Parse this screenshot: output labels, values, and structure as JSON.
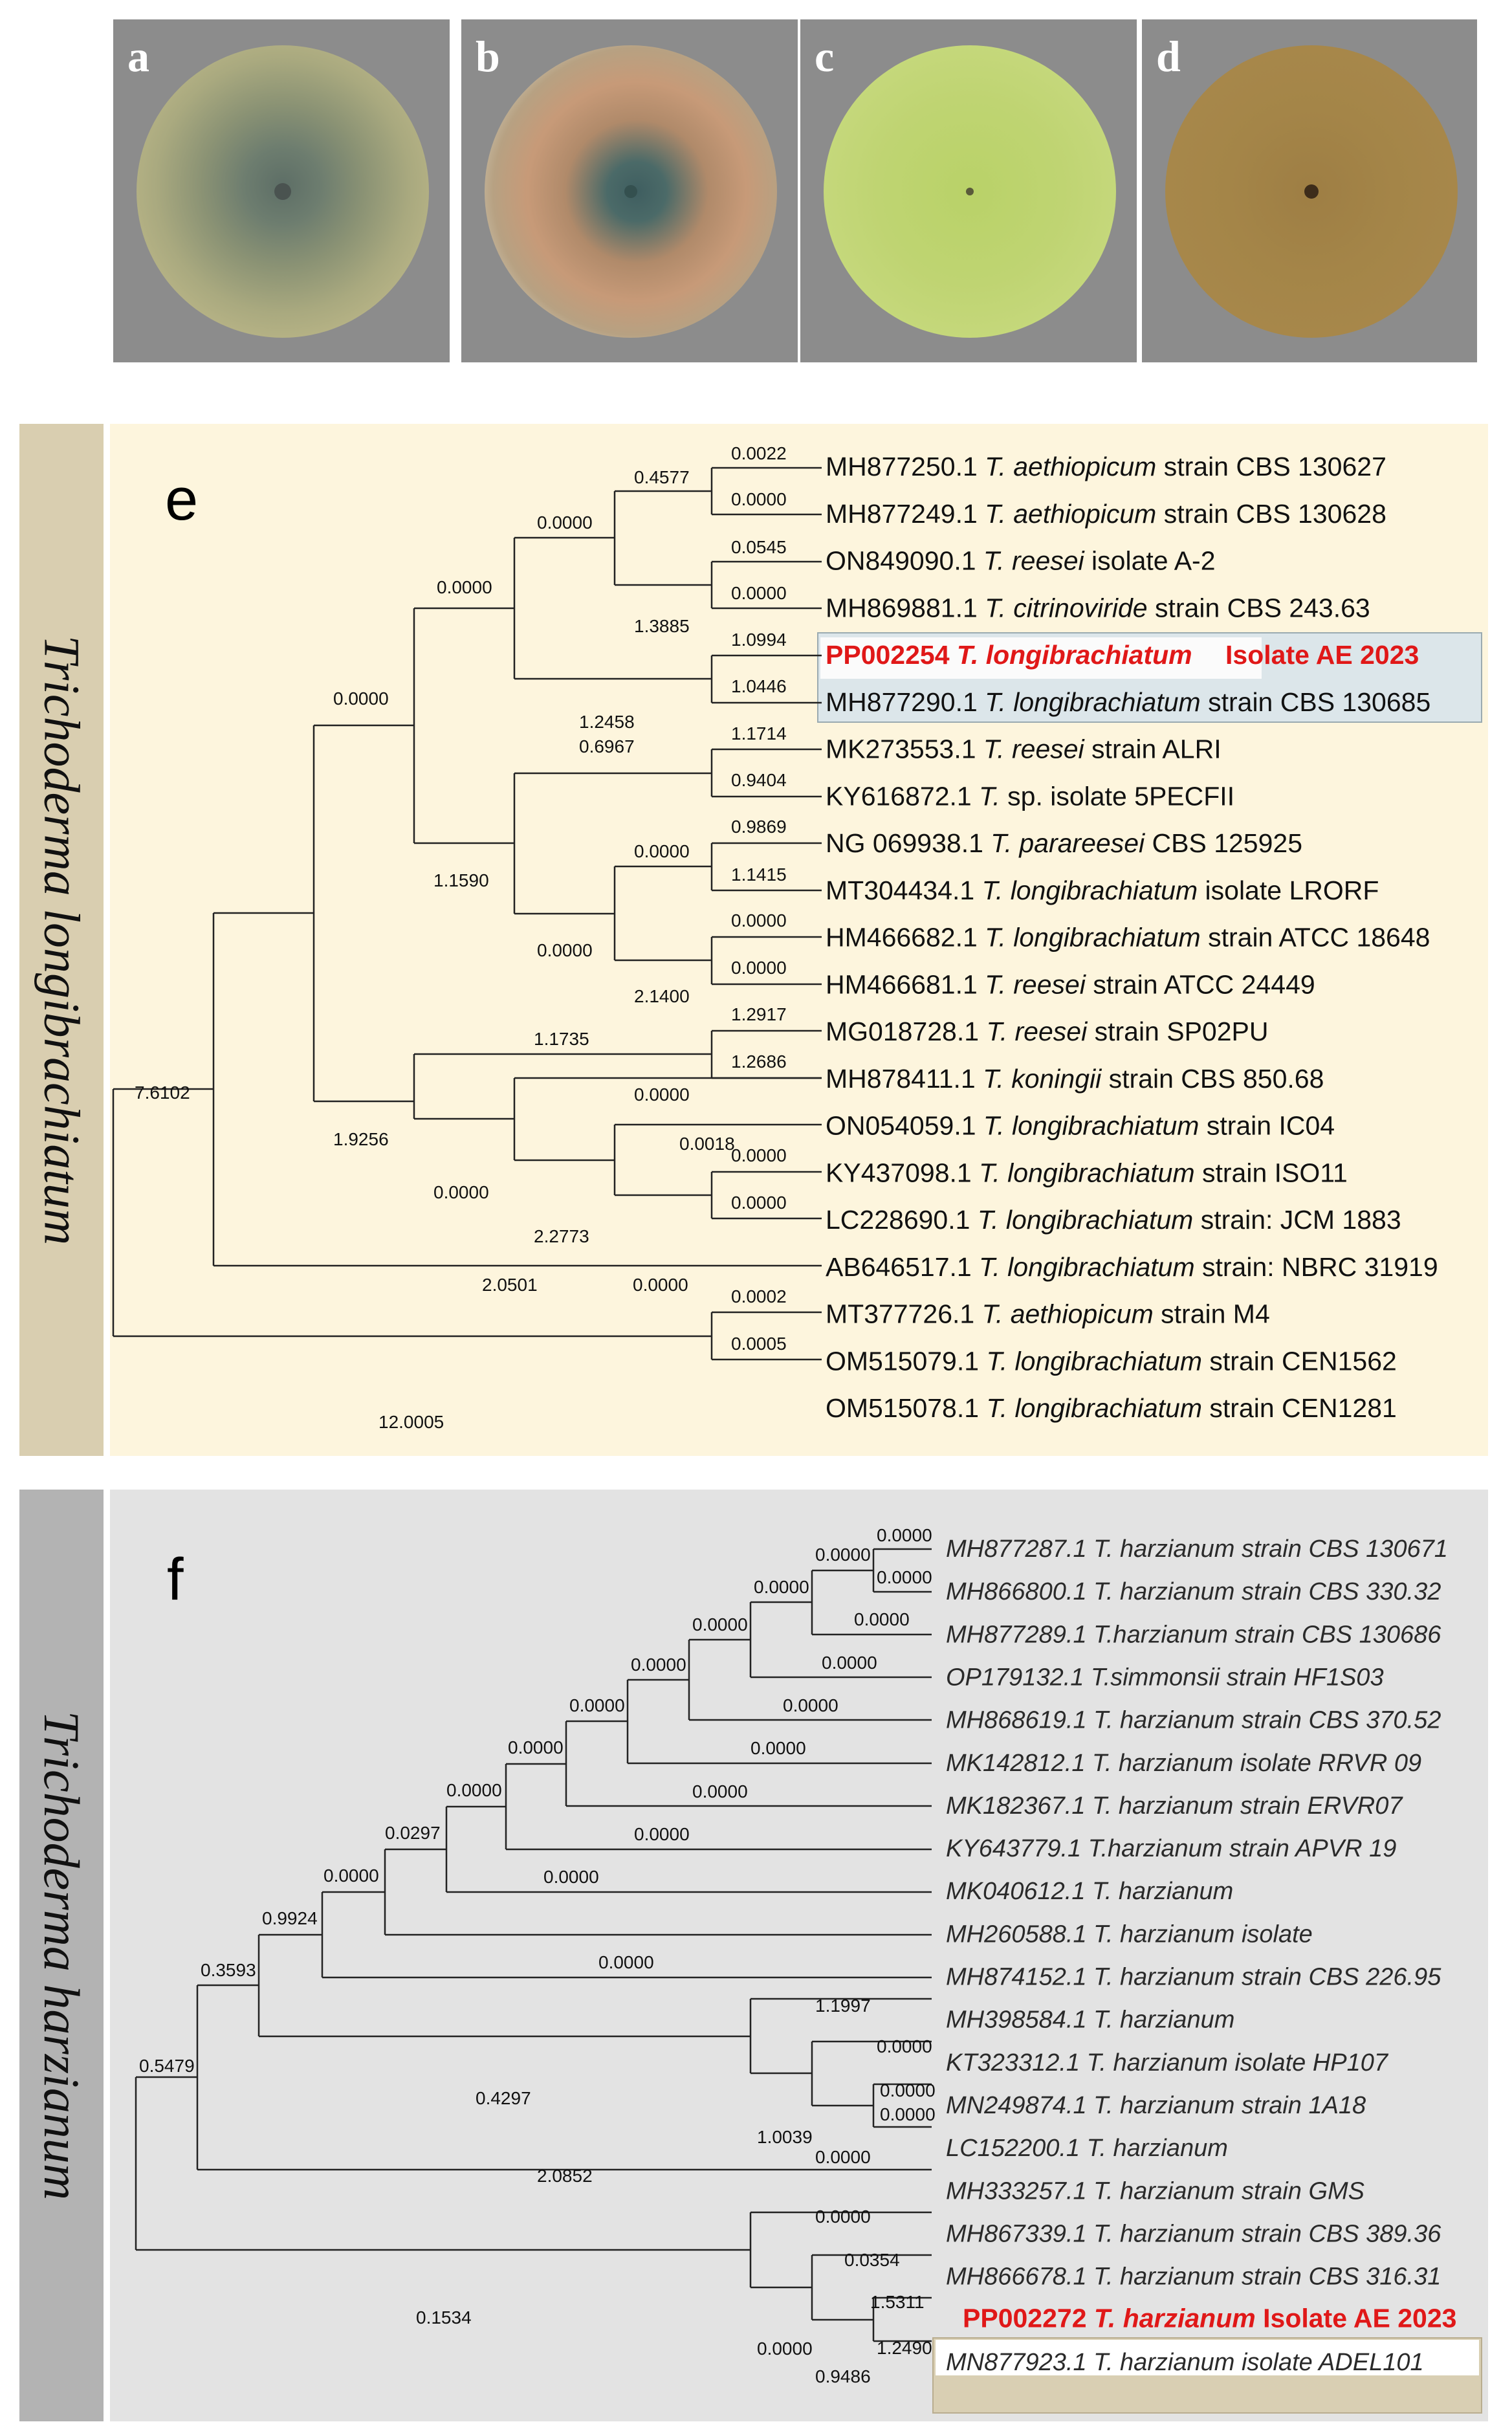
{
  "panels": {
    "a": "a",
    "b": "b",
    "c": "c",
    "d": "d",
    "e": "e",
    "f": "f"
  },
  "colors": {
    "panel_e_bg": "#fdf5dd",
    "panel_e_side": "#d9ceb0",
    "panel_f_bg": "#e3e3e3",
    "panel_f_side": "#b3b3b3",
    "highlight_red": "#e01818",
    "highlight_e_row": "#dce6ea",
    "highlight_f_row": "#d9cfb3"
  },
  "side_labels": {
    "e": "Trichoderma longibrachiatum",
    "f": "Trichoderma harzianum"
  },
  "tree_e": {
    "leaves": [
      {
        "acc": "MH877250.1",
        "genus": "T.",
        "species": "aethiopicum",
        "rest": "strain CBS 130627"
      },
      {
        "acc": "MH877249.1",
        "genus": "T.",
        "species": "aethiopicum",
        "rest": "strain CBS 130628"
      },
      {
        "acc": "ON849090.1",
        "genus": "T.",
        "species": "reesei",
        "rest": "isolate A-2"
      },
      {
        "acc": "MH869881.1",
        "genus": "T.",
        "species": "citrinoviride",
        "rest": "strain CBS 243.63"
      },
      {
        "acc": "PP002254",
        "genus": "T.",
        "species": "longibrachiatum",
        "rest": "Isolate AE 2023"
      },
      {
        "acc": "MH877290.1",
        "genus": "T.",
        "species": "longibrachiatum",
        "rest": "strain CBS 130685"
      },
      {
        "acc": "MK273553.1",
        "genus": "T.",
        "species": "reesei",
        "rest": "strain ALRI"
      },
      {
        "acc": "KY616872.1",
        "genus": "T.",
        "species": "",
        "rest": "sp. isolate 5PECFII"
      },
      {
        "acc": "NG 069938.1",
        "genus": "T.",
        "species": "parareesei",
        "rest": "CBS 125925"
      },
      {
        "acc": "MT304434.1",
        "genus": "T.",
        "species": "longibrachiatum",
        "rest": "isolate LRORF"
      },
      {
        "acc": "HM466682.1",
        "genus": "T.",
        "species": "longibrachiatum",
        "rest": "strain ATCC  18648"
      },
      {
        "acc": "HM466681.1",
        "genus": "T.",
        "species": "reesei",
        "rest": "strain ATCC 24449"
      },
      {
        "acc": "MG018728.1",
        "genus": "T.",
        "species": "reesei",
        "rest": "strain SP02PU"
      },
      {
        "acc": "MH878411.1",
        "genus": "T.",
        "species": "koningii",
        "rest": "strain CBS 850.68"
      },
      {
        "acc": "ON054059.1",
        "genus": "T.",
        "species": "longibrachiatum",
        "rest": "strain IC04"
      },
      {
        "acc": "KY437098.1",
        "genus": "T.",
        "species": "longibrachiatum",
        "rest": "strain ISO11"
      },
      {
        "acc": "LC228690.1",
        "genus": "T.",
        "species": "longibrachiatum",
        "rest": "strain: JCM 1883"
      },
      {
        "acc": "AB646517.1",
        "genus": "T.",
        "species": "longibrachiatum",
        "rest": "strain: NBRC 31919"
      },
      {
        "acc": "MT377726.1",
        "genus": "T.",
        "species": "aethiopicum",
        "rest": "strain M4"
      },
      {
        "acc": "OM515079.1",
        "genus": "T.",
        "species": "longibrachiatum",
        "rest": "strain CEN1562"
      },
      {
        "acc": "OM515078.1",
        "genus": "T.",
        "species": "longibrachiatum",
        "rest": "strain CEN1281"
      }
    ],
    "branch_labels": [
      "0.0022",
      "0.4577",
      "0.0000",
      "0.0000",
      "0.0545",
      "0.0000",
      "0.0000",
      "1.3885",
      "1.0994",
      "1.0446",
      "0.0000",
      "1.2458",
      "1.1714",
      "0.6967",
      "0.9404",
      "0.9869",
      "0.0000",
      "1.1415",
      "0.0000",
      "1.1590",
      "0.0000",
      "0.0000",
      "2.1400",
      "1.2917",
      "1.1735",
      "1.2686",
      "7.6102",
      "0.0000",
      "1.9256",
      "0.0018",
      "0.0000",
      "0.0000",
      "2.2773",
      "0.0000",
      "2.0501",
      "0.0000",
      "0.0002",
      "0.0005",
      "12.0005"
    ]
  },
  "tree_f": {
    "leaves": [
      "MH877287.1  T. harzianum strain CBS 130671",
      "MH866800.1  T. harzianum strain CBS 330.32",
      "MH877289.1  T.harzianum strain CBS 130686",
      "OP179132.1  T.simmonsii strain HF1S03",
      "MH868619.1  T. harzianum strain CBS 370.52",
      "MK142812.1  T. harzianum isolate RRVR 09",
      "MK182367.1  T. harzianum strain ERVR07",
      "KY643779.1  T.harzianum strain APVR 19",
      "MK040612.1  T. harzianum",
      "MH260588.1  T. harzianum isolate",
      "MH874152.1  T. harzianum strain CBS 226.95",
      "MH398584.1  T. harzianum",
      "KT323312.1  T. harzianum isolate HP107",
      "MN249874.1  T. harzianum strain 1A18",
      "LC152200.1  T. harzianum",
      "MH333257.1  T. harzianum strain GMS",
      "MH867339.1  T. harzianum strain CBS 389.36",
      "MH866678.1  T. harzianum strain CBS 316.31",
      "PP002272",
      "MN877923.1  T. harzianum isolate ADEL101"
    ],
    "highlight": {
      "acc": "PP002272",
      "species": "T. harzianum",
      "rest": "Isolate  AE 2023"
    },
    "branch_labels": [
      "0.0000",
      "0.0000",
      "0.0000",
      "0.0000",
      "0.0000",
      "0.0000",
      "0.0000",
      "0.0000",
      "0.0000",
      "0.0000",
      "0.0000",
      "0.0000",
      "0.0000",
      "0.0000",
      "0.0297",
      "0.0000",
      "0.0000",
      "0.9924",
      "0.0000",
      "0.3593",
      "0.0000",
      "1.1997",
      "0.0000",
      "0.5479",
      "0.0000",
      "0.4297",
      "0.0000",
      "1.0039",
      "0.0000",
      "2.0852",
      "0.0000",
      "0.0354",
      "1.5311",
      "0.1534",
      "0.0000",
      "1.2490",
      "0.9486"
    ]
  }
}
